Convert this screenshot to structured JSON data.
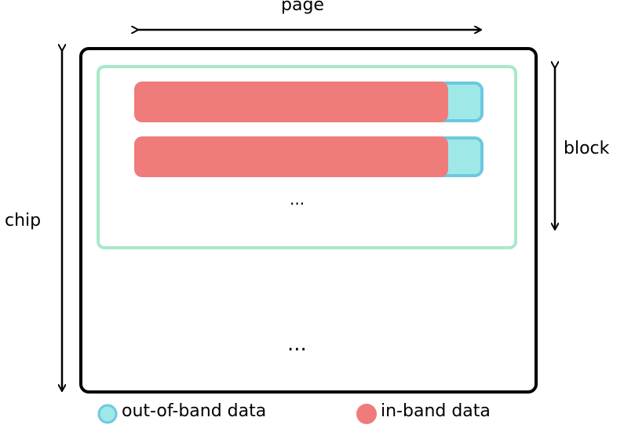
{
  "labels": {
    "page": "page",
    "block": "block",
    "chip": "chip",
    "block_ellipsis": "...",
    "chip_ellipsis": "..."
  },
  "legend": [
    {
      "label": "out-of-band data",
      "color": "#9fe8e8",
      "border": "#6cc8e0"
    },
    {
      "label": "in-band data",
      "color": "#f07b7b",
      "border": "#f07b7b"
    }
  ],
  "colors": {
    "chip_border": "#000000",
    "block_border": "#a8e8c8",
    "in_band_fill": "#f07b7b",
    "out_of_band_fill": "#9fe8e8",
    "out_of_band_border": "#6cc8e0"
  }
}
